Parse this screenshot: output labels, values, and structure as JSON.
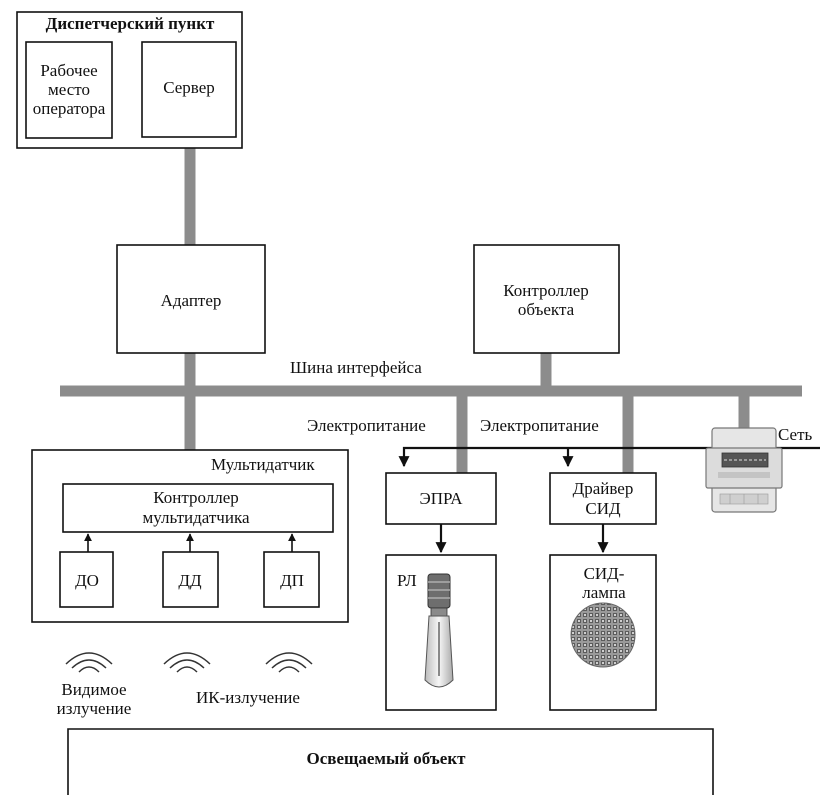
{
  "dispatch": {
    "title": "Диспетчерский пункт",
    "workplace": [
      "Рабочее",
      "место",
      "оператора"
    ],
    "server": "Сервер"
  },
  "adapter": "Адаптер",
  "object_controller": [
    "Контроллер",
    "объекта"
  ],
  "bus_label": "Шина интерфейса",
  "multisensor": {
    "title": "Мультидатчик",
    "controller": [
      "Контроллер",
      "мультидатчика"
    ],
    "sensors": [
      "ДО",
      "ДД",
      "ДП"
    ]
  },
  "power_labels": [
    "Электропитание",
    "Электропитание"
  ],
  "network_label": "Сеть",
  "epra": "ЭПРА",
  "led_driver": [
    "Драйвер",
    "СИД"
  ],
  "lamp_rl": "РЛ",
  "led_lamp": [
    "СИД-",
    "лампа"
  ],
  "radiation": {
    "visible": [
      "Видимое",
      "излучение"
    ],
    "ir": "ИК-излучение"
  },
  "lit_object": "Освещаемый объект",
  "colors": {
    "bus": "#8c8c8c",
    "line": "#111111",
    "meter_body": "#e6e6e6",
    "led_lamp": "#8a8a8a"
  }
}
